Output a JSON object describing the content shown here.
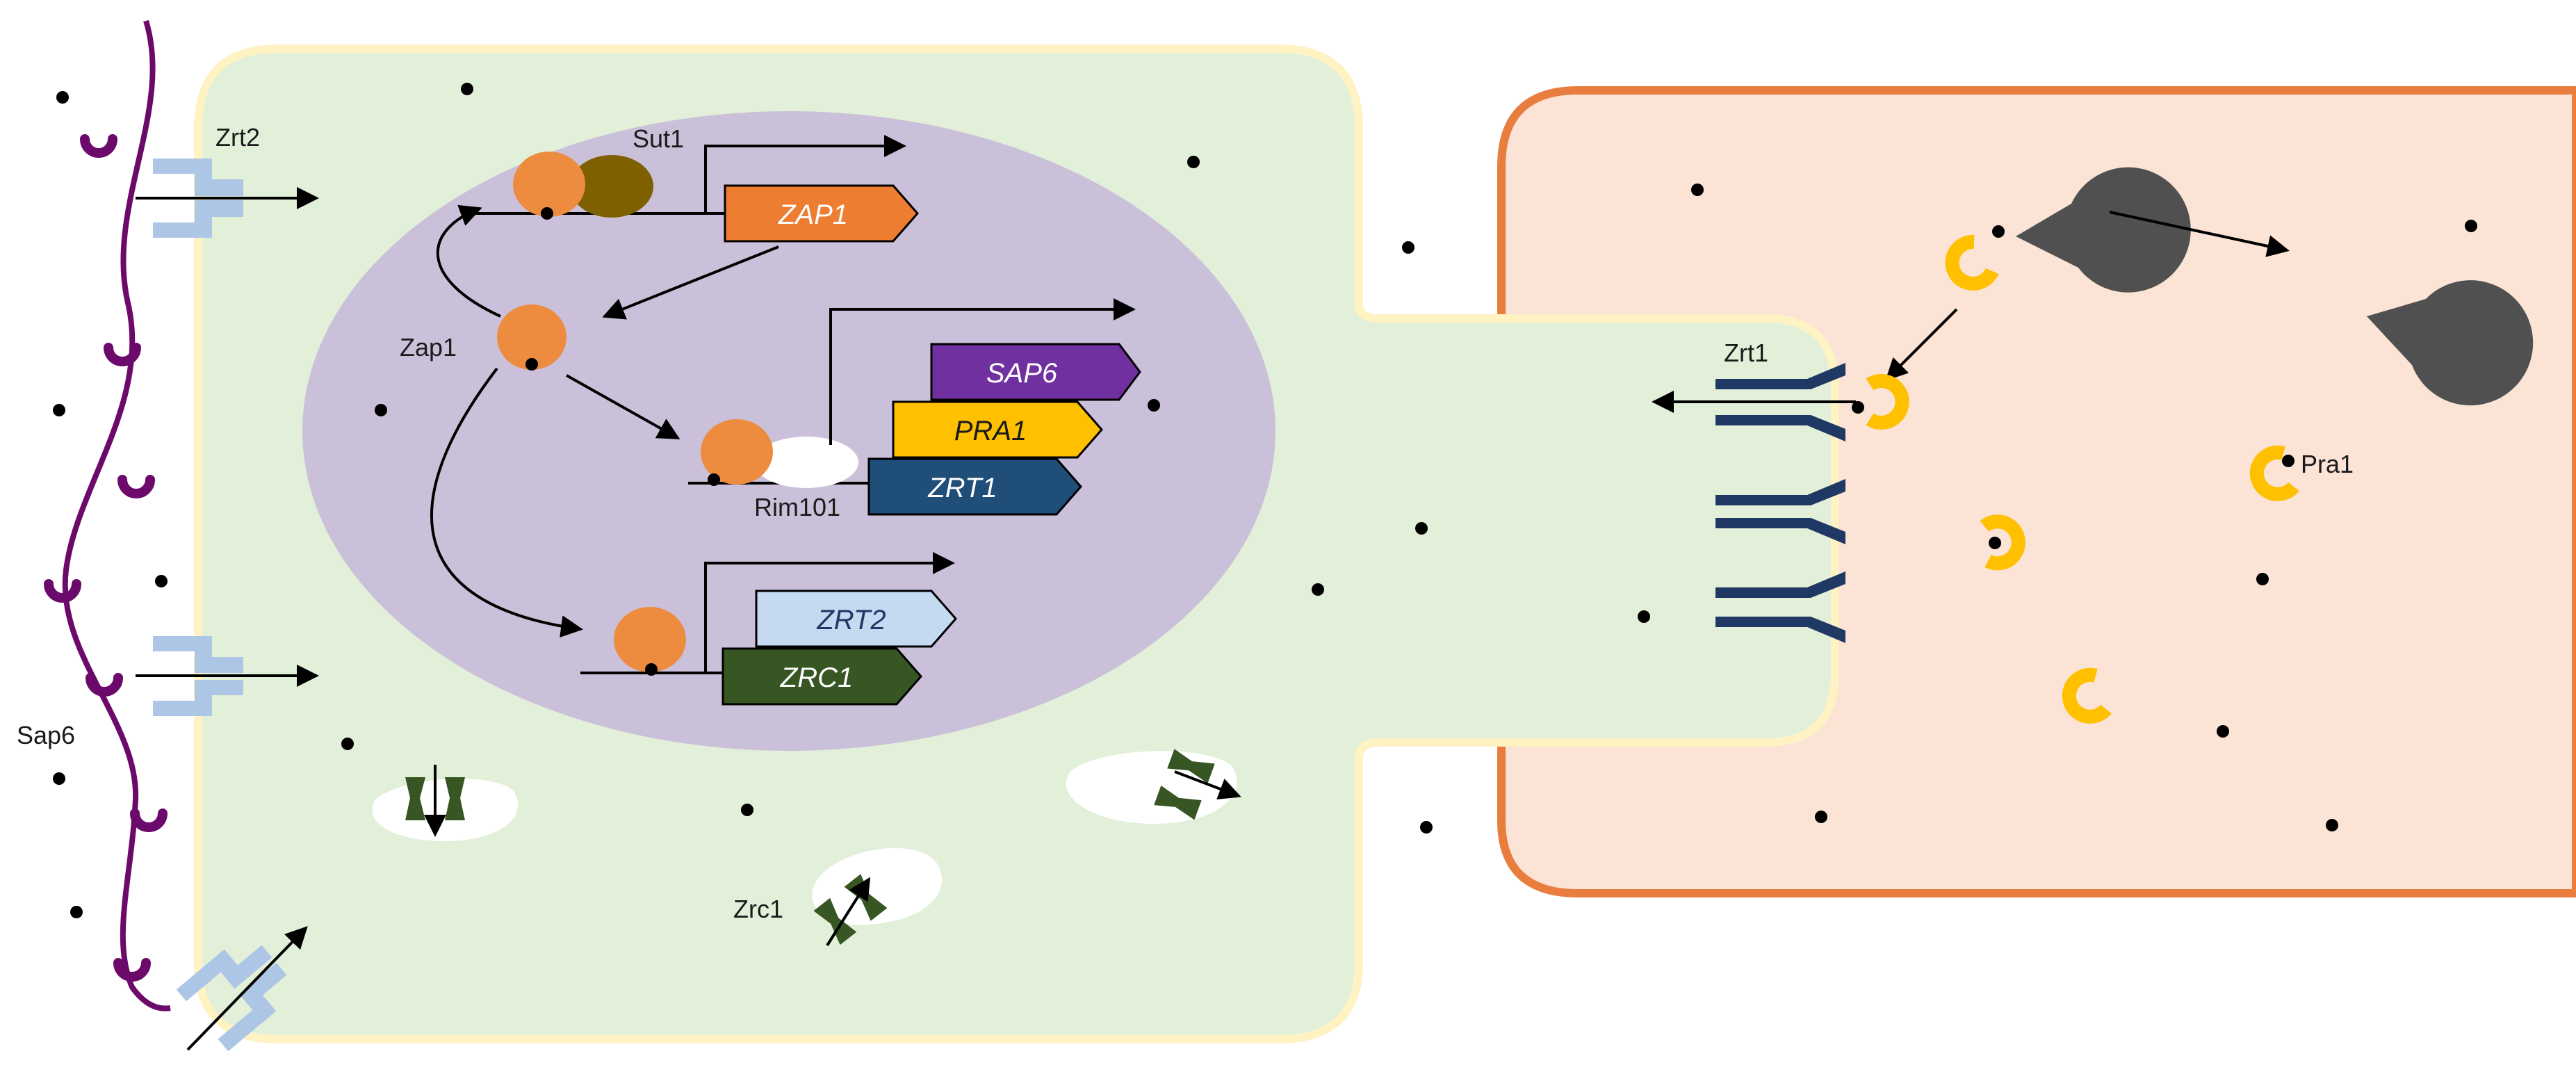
{
  "labels": {
    "zrt2_transporter": "Zrt2",
    "sut1": "Sut1",
    "zap1_protein": "Zap1",
    "rim101": "Rim101",
    "sap6_protein": "Sap6",
    "zrc1_transporter": "Zrc1",
    "zrt1_transporter": "Zrt1",
    "pra1_protein": "Pra1"
  },
  "genes": {
    "zap1": "ZAP1",
    "sap6": "SAP6",
    "pra1": "PRA1",
    "zrt1": "ZRT1",
    "zrt2": "ZRT2",
    "zrc1": "ZRC1"
  },
  "colors": {
    "fungal_cell": "#e2efd9",
    "fungal_border": "#fff3c4",
    "nucleus": "#cbc0d9",
    "host_cell": "#fbe3d5",
    "host_border": "#e87d3e",
    "zap1_protein": "#ed8b3f",
    "sut1_protein": "#7f6000",
    "zrt2_transporter": "#aec6e6",
    "zrt1_transporter": "#1f3864",
    "zrc1_transporter": "#375623",
    "sap6": "#6b0a6b",
    "pra1": "#ffc000",
    "host_protein": "#505050",
    "zap1_gene": "#ed7d31",
    "sap6_gene": "#7030a0",
    "pra1_gene": "#ffc000",
    "zrt1_gene": "#1f4e79",
    "zrt2_gene": "#c5d9f1",
    "zrc1_gene": "#375623"
  }
}
